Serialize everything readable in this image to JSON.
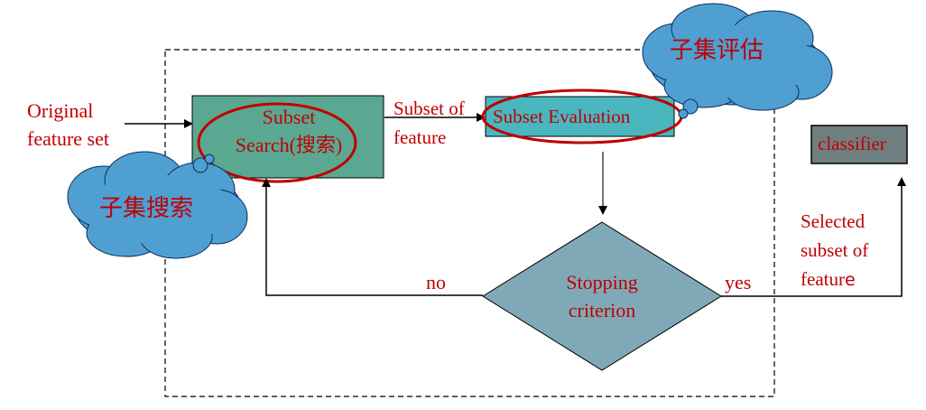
{
  "input_label": [
    "Original",
    "feature set"
  ],
  "subset_search": {
    "label_line1": "Subset",
    "label_line2": "Search(搜索)"
  },
  "cloud_search": "子集搜索",
  "edge_subset_of_feature": [
    "Subset of",
    "feature"
  ],
  "subset_evaluation": "Subset Evaluation",
  "cloud_evaluation": "子集评估",
  "stopping_criterion": [
    "Stopping",
    "criterion"
  ],
  "no_label": "no",
  "yes_label": "yes",
  "classifier": "classifier",
  "selected_subset": [
    "Selected",
    "subset of",
    "featur",
    "e"
  ],
  "colors": {
    "box_teal": "#5aa891",
    "box_cyan": "#4ab6c0",
    "diamond": "#7fa9b6",
    "cloud": "#4f9fd3",
    "classifier_box": "#6f7f80",
    "text_red": "#c00000",
    "ellipse_red": "#c00000"
  }
}
